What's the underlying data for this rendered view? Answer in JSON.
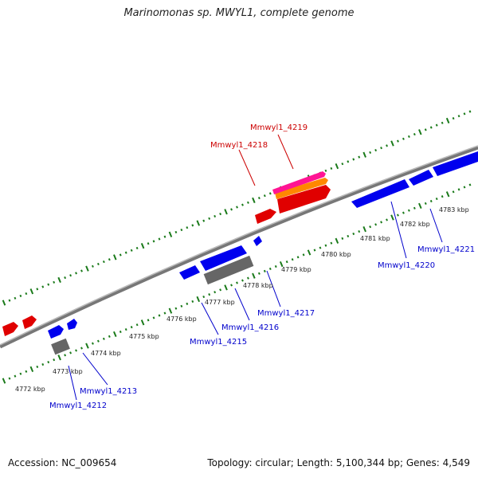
{
  "title": "Marinomonas sp. MWYL1, complete genome",
  "footer": {
    "accession": "Accession: NC_009654",
    "topology": "Topology: circular; Length: 5,100,344 bp; Genes: 4,549"
  },
  "colors": {
    "forward_gene": "#ff0000",
    "reverse_gene": "#0000ff",
    "pseudo_gene": "#666666",
    "highlight_magenta": "#ff1493",
    "highlight_orange": "#ff8c00",
    "tick_green": "#1a7a1a",
    "backbone": "#888888",
    "forward_label": "#cc0000",
    "reverse_label": "#0000cc"
  },
  "kbp_ticks": [
    "4772 kbp",
    "4773 kbp",
    "4774 kbp",
    "4775 kbp",
    "4776 kbp",
    "4777 kbp",
    "4778 kbp",
    "4779 kbp",
    "4780 kbp",
    "4781 kbp",
    "4782 kbp",
    "4783 kbp"
  ],
  "gene_labels": [
    {
      "text": "Mmwyl1_4219",
      "strand": "forward"
    },
    {
      "text": "Mmwyl1_4218",
      "strand": "forward"
    },
    {
      "text": "Mmwyl1_4217",
      "strand": "reverse"
    },
    {
      "text": "Mmwyl1_4216",
      "strand": "reverse"
    },
    {
      "text": "Mmwyl1_4215",
      "strand": "reverse"
    },
    {
      "text": "Mmwyl1_4213",
      "strand": "reverse"
    },
    {
      "text": "Mmwyl1_4212",
      "strand": "reverse"
    },
    {
      "text": "Mmwyl1_4220",
      "strand": "reverse"
    },
    {
      "text": "Mmwyl1_4221",
      "strand": "reverse"
    }
  ]
}
